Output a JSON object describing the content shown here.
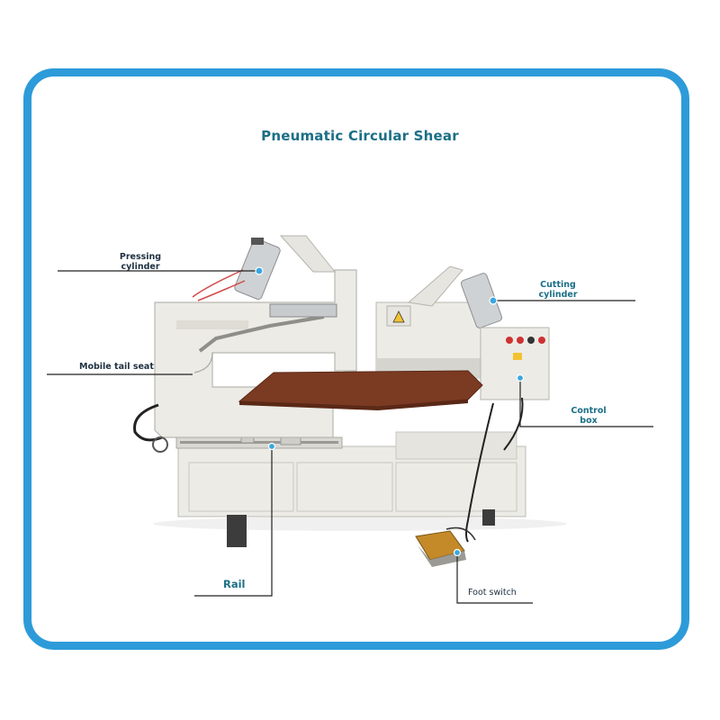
{
  "diagram": {
    "title": "Pneumatic Circular Shear",
    "labels": {
      "pressing_cylinder": "Pressing cylinder",
      "cutting_cylinder": "Cutting cylinder",
      "mobile_tail_seat": "Mobile tail seat",
      "control_box": "Control box",
      "rail": "Rail",
      "foot_switch": "Foot switch"
    }
  },
  "colors": {
    "frame_border": "#2d9bd9",
    "title_text": "#1b6f86",
    "machine_body": "#e9e8e3",
    "work_table": "#7b3a22",
    "callout_dot": "#3aa7e0"
  }
}
